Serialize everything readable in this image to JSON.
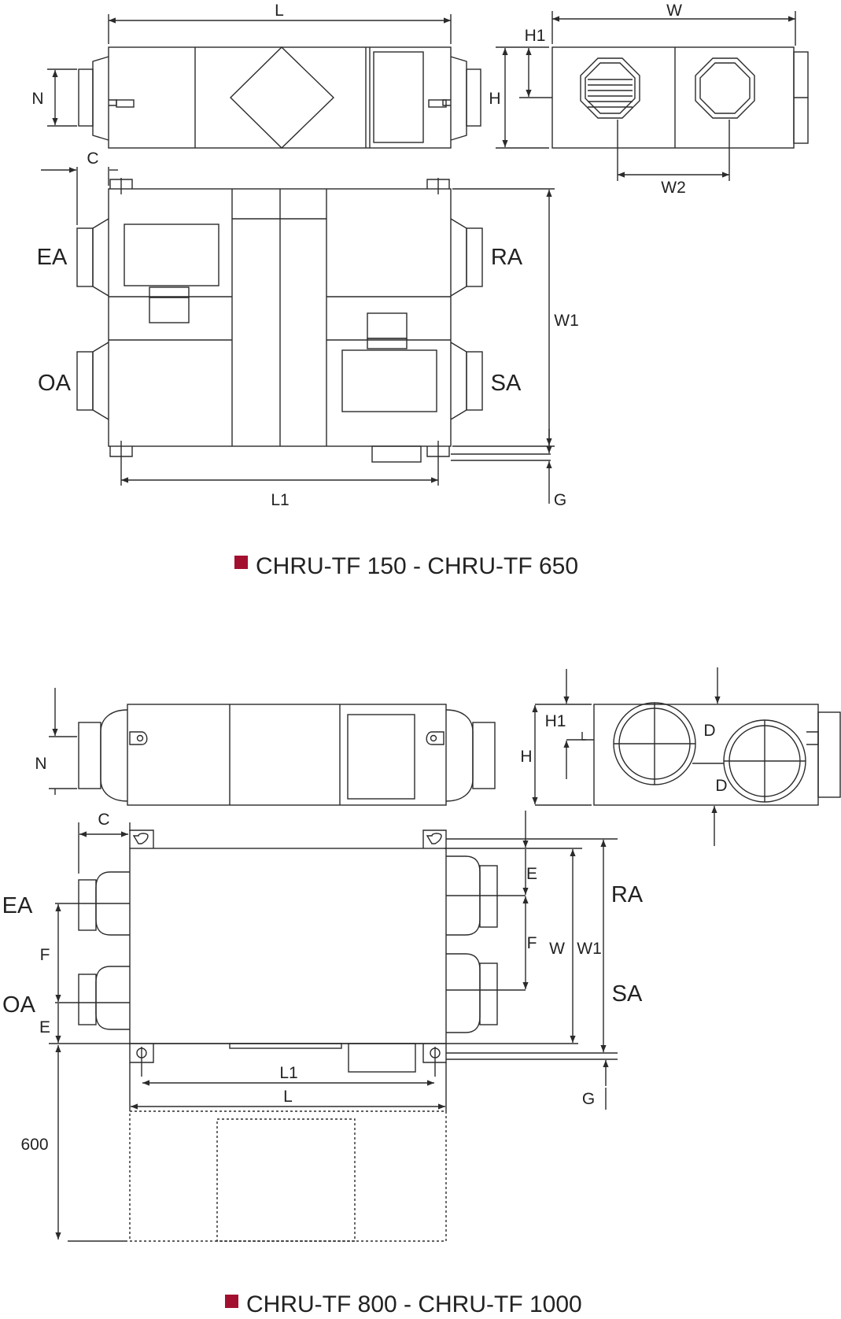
{
  "colors": {
    "line": "#2b2b2b",
    "marker": "#a3102f",
    "fill": "#ffffff"
  },
  "top": {
    "caption": "CHRU-TF 150 - CHRU-TF 650",
    "dims": {
      "L": "L",
      "N": "N",
      "C": "C",
      "L1": "L1",
      "W1": "W1",
      "G": "G",
      "W": "W",
      "H1": "H1",
      "H": "H",
      "W2": "W2"
    },
    "ports": {
      "EA": "EA",
      "OA": "OA",
      "RA": "RA",
      "SA": "SA"
    }
  },
  "bottom": {
    "caption": "CHRU-TF 800 - CHRU-TF 1000",
    "dims": {
      "N": "N",
      "C": "C",
      "F": "F",
      "E": "E",
      "E2": "E",
      "F2": "F",
      "W": "W",
      "W1": "W1",
      "L1": "L1",
      "L": "L",
      "G": "G",
      "H1": "H1",
      "H": "H",
      "D": "D",
      "D2": "D",
      "clearance": "600"
    },
    "ports": {
      "EA": "EA",
      "OA": "OA",
      "RA": "RA",
      "SA": "SA"
    }
  }
}
